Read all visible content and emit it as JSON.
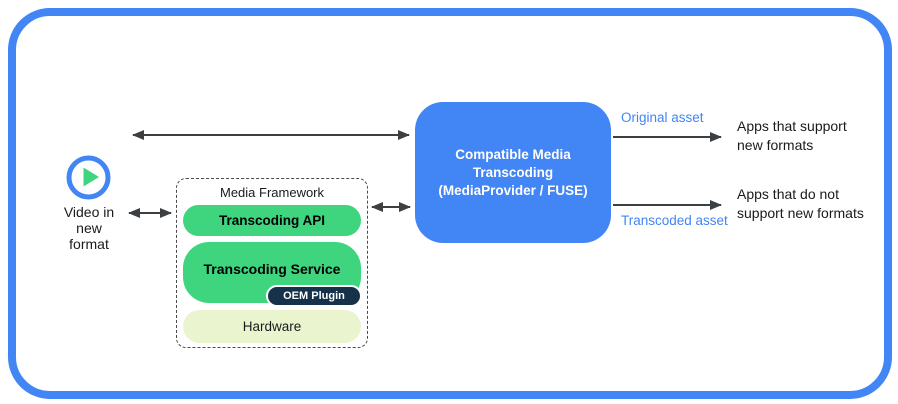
{
  "colors": {
    "accent_blue": "#4285F4",
    "green": "#3ED57E",
    "pale_green": "#EAF4CF",
    "navy": "#16324A",
    "arrow": "#3C4043"
  },
  "source": {
    "video_label": "Video in\nnew\nformat"
  },
  "media_framework": {
    "title": "Media Framework",
    "api_label": "Transcoding API",
    "service_label": "Transcoding Service",
    "oem_label": "OEM Plugin",
    "hardware_label": "Hardware"
  },
  "transcoder": {
    "label": "Compatible Media\nTranscoding\n(MediaProvider / FUSE)"
  },
  "outputs": {
    "original_asset_label": "Original asset",
    "supported_apps_label": "Apps that support\nnew formats",
    "transcoded_asset_label": "Transcoded asset",
    "unsupported_apps_label": "Apps that do not\nsupport new formats"
  }
}
